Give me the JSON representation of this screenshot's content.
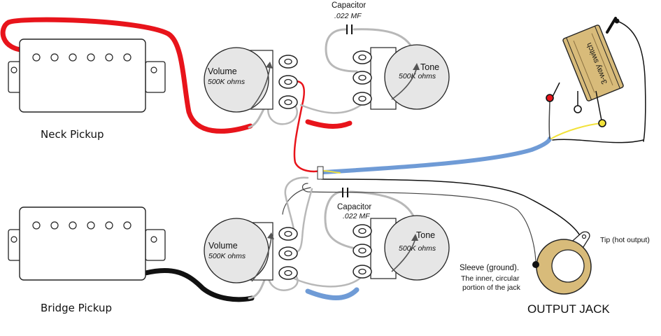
{
  "pickups": {
    "neck": {
      "label": "Neck Pickup"
    },
    "bridge": {
      "label": "Bridge Pickup"
    }
  },
  "pots": {
    "volume_top": {
      "name": "Volume",
      "value": "500K ohms"
    },
    "tone_top": {
      "name": "Tone",
      "value": "500K ohms"
    },
    "volume_bottom": {
      "name": "Volume",
      "value": "500K ohms"
    },
    "tone_bottom": {
      "name": "Tone",
      "value": "500K ohms"
    }
  },
  "capacitors": {
    "top": {
      "label": "Capacitor",
      "value": ".022 MF"
    },
    "bottom": {
      "label": "Capacitor",
      "value": ".022 MF"
    }
  },
  "switch": {
    "label": "3-way switch"
  },
  "jack": {
    "title": "OUTPUT JACK",
    "tip_label": "Tip (hot output)",
    "sleeve_label": "Sleeve (ground).",
    "sleeve_desc_1": "The inner, circular",
    "sleeve_desc_2": "portion of the jack"
  },
  "colors": {
    "red_wire": "#e8141b",
    "black_wire": "#111111",
    "blue_wire": "#6f9bd6",
    "gray_wire": "#b8b8b8",
    "yellow_wire": "#f2e23a",
    "switch_body": "#d8bb7a"
  }
}
